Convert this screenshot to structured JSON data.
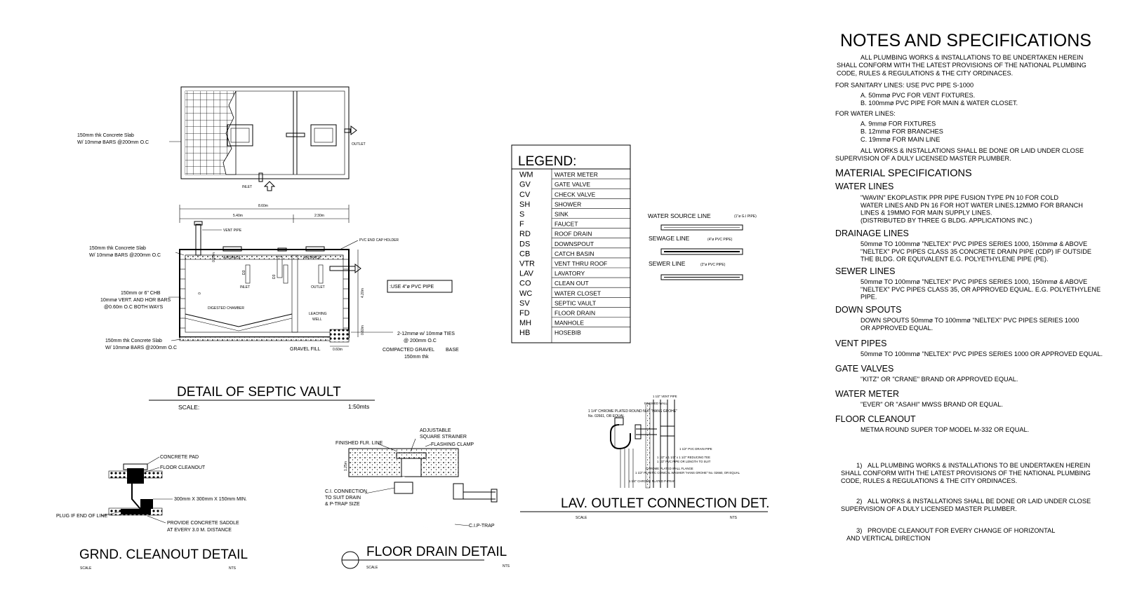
{
  "notes": {
    "title": "NOTES AND SPECIFICATIONS",
    "intro": [
      "ALL PLUMBING WORKS & INSTALLATIONS  TO BE UNDERTAKEN HEREIN",
      "SHALL CONFORM WITH THE LATEST PROVISIONS OF THE NATIONAL PLUMBING",
      "CODE, RULES & REGULATIONS & THE CITY ORDINACES."
    ],
    "sanitary_head": "FOR SANITARY LINES: USE PVC PIPE S-1000",
    "sanitary_items": [
      "A.    50mmø PVC FOR VENT FIXTURES.",
      "B.    100mmø PVC PIPE FOR MAIN & WATER CLOSET."
    ],
    "water_head": "FOR WATER LINES:",
    "water_items": [
      "A.    9mmø FOR FIXTURES",
      "B.    12mmø FOR BRANCHES",
      "C.    19mmø FOR MAIN LINE"
    ],
    "works": [
      "ALL WORKS & INSTALLATIONS SHALL BE DONE OR LAID UNDER CLOSE",
      "SUPERVISION OF A DULY LICENSED MASTER PLUMBER."
    ],
    "material_title": "MATERIAL SPECIFICATIONS",
    "sections": [
      {
        "head": "WATER LINES",
        "lines": [
          "\"WAVIN\" EKOPLASTIK PPR PIPE FUSION TYPE PN 10 FOR COLD",
          "WATER LINES AND PN 16 FOR HOT WATER LINES.12MMO FOR BRANCH",
          "LINES & 19MMO FOR MAIN SUPPLY LINES.",
          "(DISTRIBUTED BY THREE G BLDG. APPLICATIONS INC.)"
        ]
      },
      {
        "head": "DRAINAGE LINES",
        "lines": [
          "50mmø TO 100mmø \"NELTEX\" PVC PIPES SERIES 1000, 150mmø & ABOVE",
          "\"NELTEX\" PVC PIPES CLASS 35 CONCRETE DRAIN PIPE (CDP) IF OUTSIDE",
          "THE BLDG. OR EQUIVALENT E.G. POLYETHYLENE PIPE (PE)."
        ]
      },
      {
        "head": "SEWER LINES",
        "lines": [
          "50mmø TO 100mmø \"NELTEX\" PVC PIPES SERIES 1000, 150mmø & ABOVE",
          "\"NELTEX\" PVC PIPES CLASS 35, OR APPROVED EQUAL. E.G. POLYETHYLENE",
          "PIPE."
        ]
      },
      {
        "head": "DOWN SPOUTS",
        "lines": [
          "DOWN SPOUTS 50mmø TO 100mmø \"NELTEX\" PVC PIPES SERIES 1000",
          "OR APPROVED EQUAL."
        ]
      },
      {
        "head": "VENT PIPES",
        "lines": [
          "50mmø TO 100mmø \"NELTEX\" PVC PIPES SERIES 1000 OR APPROVED EQUAL."
        ]
      },
      {
        "head": "GATE VALVES",
        "lines": [
          "\"KITZ\" OR \"CRANE\" BRAND OR APPROVED EQUAL."
        ]
      },
      {
        "head": "WATER METER",
        "lines": [
          "\"EVER\" OR \"ASAHI\" MWSS BRAND OR EQUAL."
        ]
      },
      {
        "head": "FLOOR CLEANOUT",
        "lines": [
          "METMA ROUND SUPER TOP MODEL M-332 OR EQUAL."
        ]
      }
    ],
    "numbered": [
      {
        "num": "1)",
        "lines": [
          "ALL PLUMBING WORKS & INSTALLATIONS  TO BE UNDERTAKEN HEREIN",
          "SHALL CONFORM WITH THE LATEST PROVISIONS OF THE NATIONAL PLUMBING",
          "CODE, RULES & REGULATIONS & THE CITY ORDINACES."
        ]
      },
      {
        "num": "2)",
        "lines": [
          "ALL WORKS & INSTALLATIONS SHALL BE DONE OR LAID UNDER CLOSE",
          "SUPERVISION OF A DULY LICENSED MASTER PLUMBER."
        ]
      },
      {
        "num": "3)",
        "lines": [
          "PROVIDE CLEANOUT FOR EVERY CHANGE OF HORIZONTAL",
          "AND VERTICAL DIRECTION"
        ]
      }
    ]
  },
  "legend": {
    "title": "LEGEND:",
    "rows": [
      {
        "code": "WM",
        "desc": "WATER METER"
      },
      {
        "code": "GV",
        "desc": "GATE VALVE"
      },
      {
        "code": "CV",
        "desc": "CHECK VALVE"
      },
      {
        "code": "SH",
        "desc": "SHOWER"
      },
      {
        "code": "S",
        "desc": "SINK"
      },
      {
        "code": "F",
        "desc": "FAUCET"
      },
      {
        "code": "RD",
        "desc": "ROOF DRAIN"
      },
      {
        "code": "DS",
        "desc": "DOWNSPOUT"
      },
      {
        "code": "CB",
        "desc": "CATCH BASIN"
      },
      {
        "code": "VTR",
        "desc": "VENT THRU ROOF"
      },
      {
        "code": "LAV",
        "desc": "LAVATORY"
      },
      {
        "code": "CO",
        "desc": "CLEAN OUT"
      },
      {
        "code": "WC",
        "desc": "WATER CLOSET"
      },
      {
        "code": "SV",
        "desc": "SEPTIC VAULT"
      },
      {
        "code": "FD",
        "desc": "FLOOR DRAIN"
      },
      {
        "code": "MH",
        "desc": "MANHOLE"
      },
      {
        "code": "HB",
        "desc": "HOSEBIB"
      }
    ]
  },
  "lines_key": {
    "water_source": "WATER SOURCE LINE",
    "water_source_spec": "(1\"ø G.I PIPE)",
    "sewage": "SEWAGE LINE",
    "sewage_spec": "(4\"ø PVC PIPE)",
    "sewer": "SEWER LINE",
    "sewer_spec": "(2\"ø PVC PIPE)"
  },
  "septic": {
    "title": "DETAIL OF SEPTIC VAULT",
    "scale_label": "SCALE:",
    "scale_value": "1:50mts",
    "plan_slab_note": [
      "150mm thk Concrete Slab",
      "W/ 10mmø BARS @200mm O.C"
    ],
    "outlet": "OUTLET",
    "inlet": "INLET",
    "dim_total": "8.60m",
    "dim_left": "5.40m",
    "dim_right": "2:30m",
    "dim_height": "4.20m",
    "dim_base": "0.60m",
    "dim_base_v": "0.60m",
    "dim_airspace_h": "0.20m",
    "vent_pipe": "VENT PIPE",
    "pvc_cap": "PVC END CAP HOLDER",
    "top_slab_note": [
      "150mm thk Concrete Slab",
      "W/ 10mmø BARS @200mm O.C"
    ],
    "chb_note": [
      "150mm or 6\" CHB",
      "10mmø VERT. AND HOR BARS",
      "@0.60m O.C BOTH WAYS"
    ],
    "bottom_slab_note": [
      "150mm thk Concrete Slab",
      "W/ 10mmø BARS @200mm O.C"
    ],
    "airspace": "AIRSPACE",
    "inlet_sec": "INLET",
    "outlet_sec": "OUTLET",
    "digested": "DIGESTED CHAMBER",
    "leaching": [
      "LEACHING",
      "WELL"
    ],
    "gravel_fill": "GRAVEL FILL",
    "compacted": [
      "COMPACTED GRAVEL",
      "150mm thk"
    ],
    "base": "BASE",
    "ties": [
      "2-12mmø w/ 10mmø TIES",
      "@ 200mm O.C"
    ],
    "pvc_note": ":USE 4\"ø PVC PIPE",
    "d3a": "D3",
    "d3b": "D3",
    "d0": "0"
  },
  "cleanout": {
    "title": "GRND. CLEANOUT DETAIL",
    "scale": "SCALE",
    "nts": "NTS",
    "concrete_pad": "CONCRETE PAD",
    "floor_cleanout": "FLOOR CLEANOUT",
    "size": "300mm X 300mm X 150mm MIN.",
    "plug": "PLUG IF END OF LINE",
    "saddle": [
      "PROVIDE CONCRETE SADDLE",
      "AT EVERY 3.0 M. DISTANCE"
    ]
  },
  "floor_drain": {
    "title": "FLOOR DRAIN DETAIL",
    "scale": "SCALE",
    "nts": "NTS",
    "strainer": [
      "ADJUSTABLE",
      "SQUARE STRAINER"
    ],
    "flashing": "FLASHING CLAMP",
    "finished": "FINISHED FLR. LINE",
    "ci": [
      "C.I. CONNECTION",
      "TO SUIT DRAIN",
      "& P-TRAP SIZE"
    ],
    "trap": "C.I.P-TRAP",
    "dim": "1.25m"
  },
  "lav": {
    "title": "LAV. OUTLET CONNECTION DET.",
    "scale": "SCALE",
    "nts": "NTS",
    "labels_right": [
      "1 1/2\" VENT PIPE",
      "FINISHED WALL",
      "1 1/2\" PVC DRAIN PIPE",
      "1 1/2\" x 1 1/2\" x 1 1/2\" REDUCING TEE",
      "1 1/2\" PVC PIPE OR LENGTH TO SUIT",
      "CHROME PLATED WALL FLANGE",
      "1 1/2\" PLASTIC CONICAL WASHER \"HANS GROHE\" No. 02660, OR EQUAL",
      "1 1/4\" CHROME PLATED P-TRAP"
    ],
    "labels_left": [
      "1 1/4\" CHROME PLATED ROUND NUT \"HANS GROHE\"",
      "No. 02661, OR EQUAL"
    ]
  }
}
